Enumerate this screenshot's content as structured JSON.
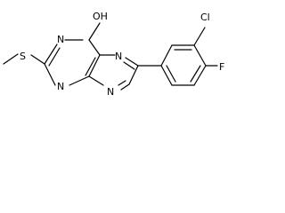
{
  "structure": {
    "atoms": {
      "oh": "OH",
      "s": "S",
      "n_top": "N",
      "n_bottom_left": "N",
      "n_middle": "N",
      "n_bottom_right": "N",
      "cl": "Cl",
      "f": "F"
    }
  }
}
